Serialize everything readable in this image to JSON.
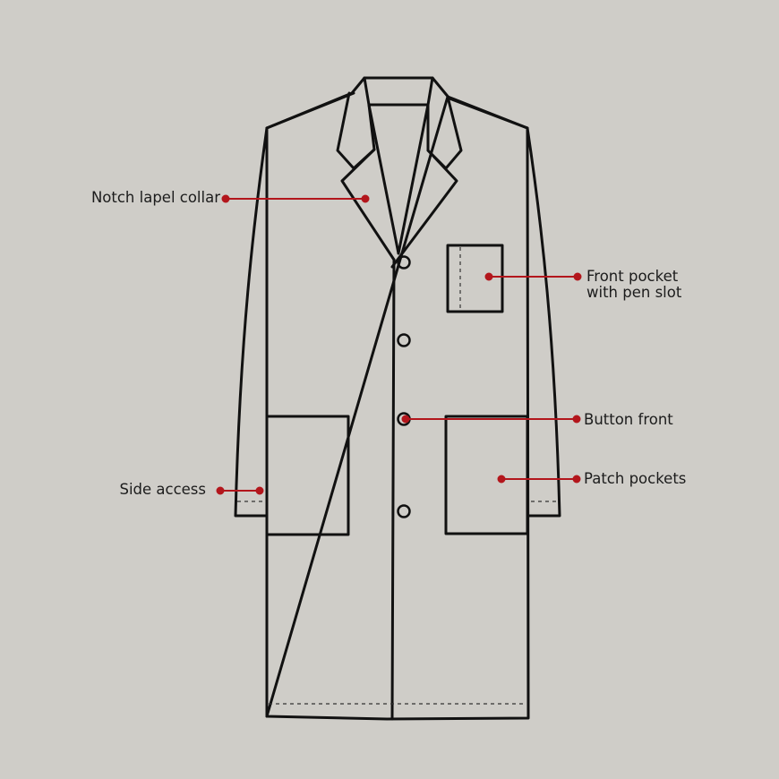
{
  "diagram": {
    "colors": {
      "background": "#cfcdc8",
      "outline": "#111111",
      "callout": "#b3161c"
    },
    "callouts": {
      "notch_lapel_collar": "Notch lapel collar",
      "front_pocket_line1": "Front pocket",
      "front_pocket_line2": "with pen slot",
      "button_front": "Button front",
      "side_access": "Side access",
      "patch_pockets": "Patch pockets"
    }
  }
}
